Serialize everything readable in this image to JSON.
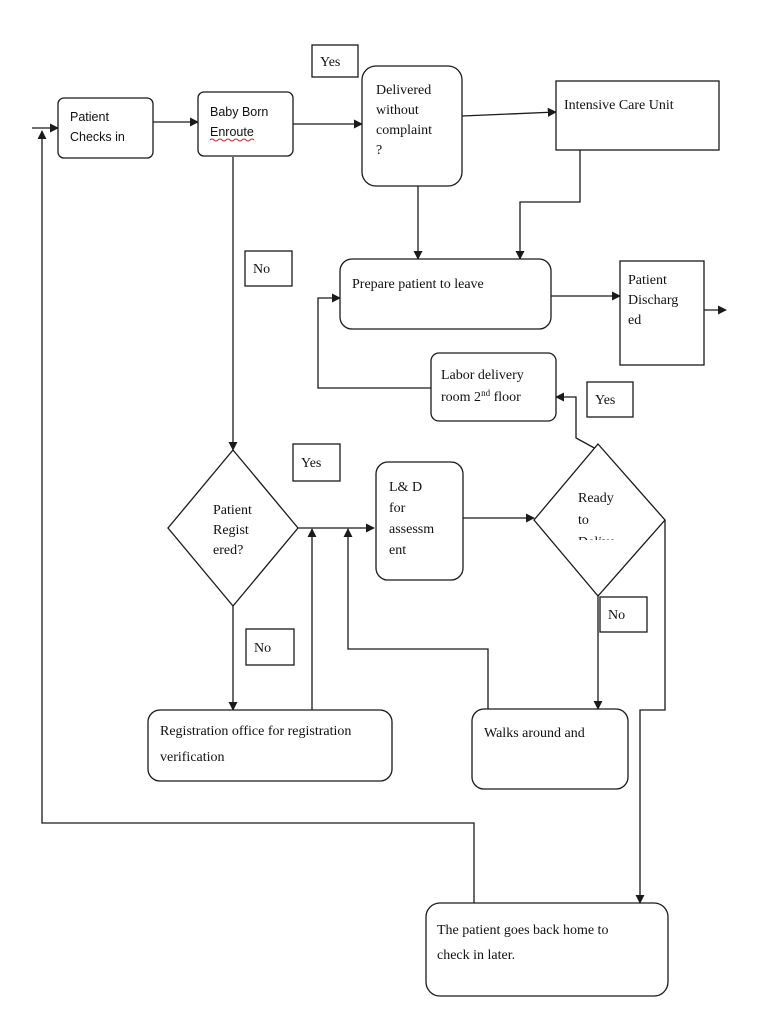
{
  "nodes": {
    "patient_checks_in": {
      "line1": "Patient",
      "line2": "Checks in"
    },
    "baby_born_enroute": {
      "line1": "Baby Born",
      "line2": "Enroute"
    },
    "delivered_without_complaint": {
      "line1": "Delivered",
      "line2": "without",
      "line3": "complaint",
      "line4": "?"
    },
    "intensive_care_unit": {
      "label": "Intensive Care Unit"
    },
    "prepare_patient_to_leave": {
      "label": "Prepare patient to leave"
    },
    "patient_discharged": {
      "line1": "Patient",
      "line2": "Discharg",
      "line3": "ed"
    },
    "labor_delivery_room": {
      "line1": "Labor delivery",
      "line2_pre": "room 2",
      "line2_sup": "nd",
      "line2_post": " floor"
    },
    "patient_registered": {
      "line1": "Patient",
      "line2": "Regist",
      "line3": "ered?"
    },
    "ld_assessment": {
      "line1": "L& D",
      "line2": "for",
      "line3": "assessm",
      "line4": "ent"
    },
    "ready_to_deliver": {
      "line1": "Ready",
      "line2": "to",
      "line3": "Delive"
    },
    "registration_office": {
      "line1": "Registration office for registration",
      "line2": "verification"
    },
    "walks_around": {
      "label": "Walks around and"
    },
    "go_back_home": {
      "line1": "The patient goes back home to",
      "line2": "check in later."
    }
  },
  "edge_labels": {
    "yes_delivered": "Yes",
    "no_enroute": "No",
    "yes_registered": "Yes",
    "no_registered": "No",
    "yes_ready": "Yes",
    "no_ready": "No"
  }
}
